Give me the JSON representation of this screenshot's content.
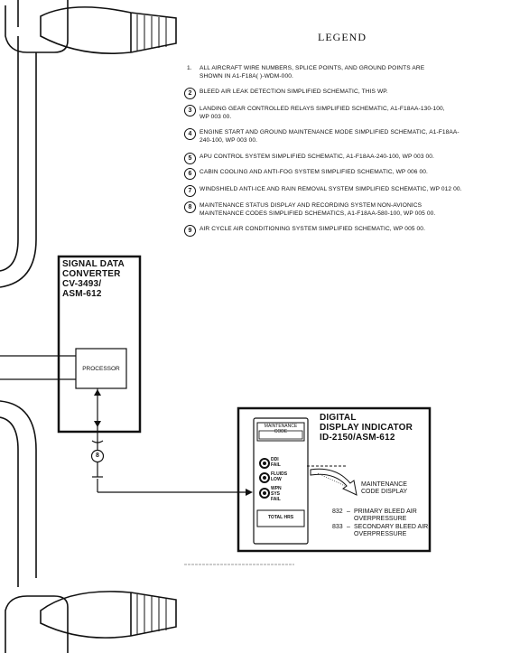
{
  "legend": {
    "title": "LEGEND",
    "notes": [
      {
        "marker": "1.",
        "circled": false,
        "text": "ALL AIRCRAFT WIRE NUMBERS, SPLICE POINTS, AND GROUND POINTS ARE\nSHOWN IN A1-F18A( )-WDM-000."
      },
      {
        "marker": "2",
        "circled": true,
        "text": "BLEED AIR LEAK DETECTION SIMPLIFIED SCHEMATIC, THIS WP."
      },
      {
        "marker": "3",
        "circled": true,
        "text": "LANDING GEAR CONTROLLED RELAYS SIMPLIFIED SCHEMATIC, A1-F18AA-130-100,\nWP 003 00."
      },
      {
        "marker": "4",
        "circled": true,
        "text": "ENGINE START AND GROUND MAINTENANCE MODE SIMPLIFIED SCHEMATIC, A1-F18AA-\n240-100, WP 003 00."
      },
      {
        "marker": "5",
        "circled": true,
        "text": "APU CONTROL SYSTEM SIMPLIFIED SCHEMATIC, A1-F18AA-240-100, WP 003 00."
      },
      {
        "marker": "6",
        "circled": true,
        "text": "CABIN COOLING AND ANTI-FOG SYSTEM SIMPLIFIED SCHEMATIC, WP 006 00."
      },
      {
        "marker": "7",
        "circled": true,
        "text": "WINDSHIELD ANTI-ICE AND RAIN REMOVAL SYSTEM SIMPLIFIED SCHEMATIC, WP 012 00."
      },
      {
        "marker": "8",
        "circled": true,
        "text": "MAINTENANCE STATUS DISPLAY AND RECORDING SYSTEM NON-AVIONICS\nMAINTENANCE CODES SIMPLIFIED SCHEMATICS, A1-F18AA-580-100, WP 005 00."
      },
      {
        "marker": "9",
        "circled": true,
        "text": "AIR CYCLE AIR CONDITIONING SYSTEM SIMPLIFIED SCHEMATIC, WP 005 00."
      }
    ]
  },
  "sdc": {
    "title": "SIGNAL DATA\nCONVERTER\nCV-3493/\nASM-612",
    "processor_label": "PROCESSOR"
  },
  "connector_marker": "8",
  "ddi": {
    "title": "DIGITAL\nDISPLAY INDICATOR\nID-2150/ASM-612",
    "maint_code_label": "MAINTENANCE\nCODE",
    "lights": [
      {
        "label": "DDI\nFAIL"
      },
      {
        "label": "FLUIDS\nLOW"
      },
      {
        "label": "WPN\nSYS\nFAIL"
      }
    ],
    "total_hrs_label": "TOTAL HRS",
    "callout_label": "MAINTENANCE\nCODE DISPLAY",
    "codes": [
      {
        "code": "832",
        "text": "PRIMARY BLEED AIR\nOVERPRESSURE"
      },
      {
        "code": "833",
        "text": "SECONDARY BLEED AIR\nOVERPRESSURE"
      }
    ]
  }
}
